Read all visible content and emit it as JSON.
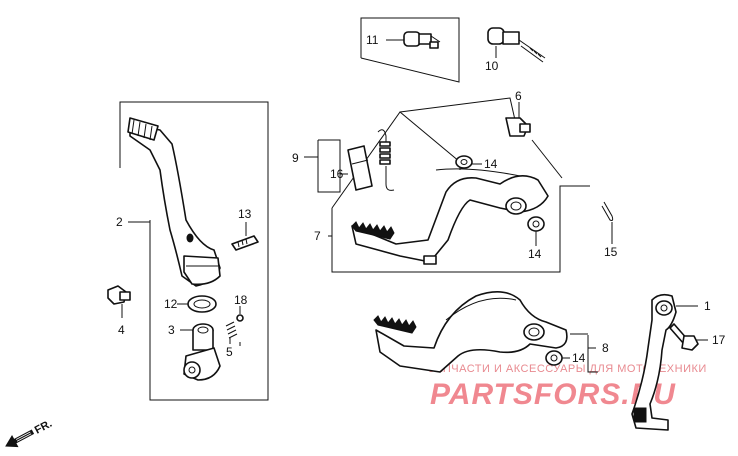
{
  "callouts": [
    {
      "id": "1",
      "text": "1"
    },
    {
      "id": "2",
      "text": "2"
    },
    {
      "id": "3",
      "text": "3"
    },
    {
      "id": "4",
      "text": "4"
    },
    {
      "id": "5",
      "text": "5"
    },
    {
      "id": "6",
      "text": "6"
    },
    {
      "id": "7",
      "text": "7"
    },
    {
      "id": "8",
      "text": "8"
    },
    {
      "id": "9",
      "text": "9"
    },
    {
      "id": "10",
      "text": "10"
    },
    {
      "id": "11",
      "text": "11"
    },
    {
      "id": "12",
      "text": "12"
    },
    {
      "id": "13",
      "text": "13"
    },
    {
      "id": "14a",
      "text": "14"
    },
    {
      "id": "14b",
      "text": "14"
    },
    {
      "id": "14c",
      "text": "14"
    },
    {
      "id": "15",
      "text": "15"
    },
    {
      "id": "16",
      "text": "16"
    },
    {
      "id": "17",
      "text": "17"
    },
    {
      "id": "18",
      "text": "18"
    }
  ],
  "direction_label": "FR.",
  "watermark": {
    "tagline": "ЗАПЧАСТИ И АКСЕССУАРЫ ДЛЯ МОТОТЕХНИКИ",
    "logo": "PARTSFORS.RU"
  },
  "colors": {
    "line": "#111111",
    "background": "#ffffff",
    "watermark": "#f08890"
  }
}
